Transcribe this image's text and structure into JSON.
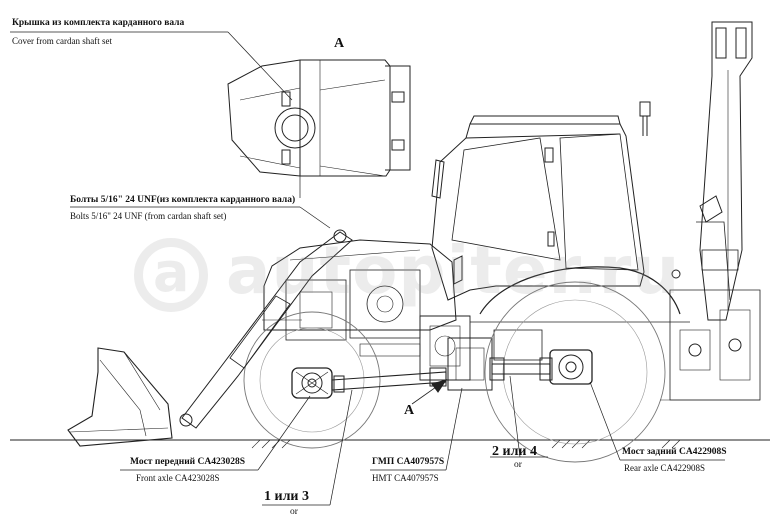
{
  "labels": {
    "cover_ru": "Крышка из комплекта карданного вала",
    "cover_en": "Cover from cardan shaft set",
    "view_a_top": "A",
    "bolts_ru": "Болты 5/16\" 24 UNF(из комплекта карданного вала)",
    "bolts_en": "Bolts 5/16\" 24 UNF (from cardan shaft set)",
    "view_a_arrow": "A",
    "front_axle_ru": "Мост передний CA423028S",
    "front_axle_en": "Front axle CA423028S",
    "gmp_ru": "ГМП CA407957S",
    "gmp_en": "HMT CA407957S",
    "shaft_1_3": "1 или 3",
    "shaft_1_3_or": "or",
    "shaft_2_4": "2 или 4",
    "shaft_2_4_or": "or",
    "rear_axle_ru": "Мост задний CA422908S",
    "rear_axle_en": "Rear axle CA422908S"
  },
  "watermark": {
    "text": "autopiter.ru",
    "logo": "a>"
  },
  "colors": {
    "line": "#222222",
    "watermark": "#9a9a9a"
  }
}
